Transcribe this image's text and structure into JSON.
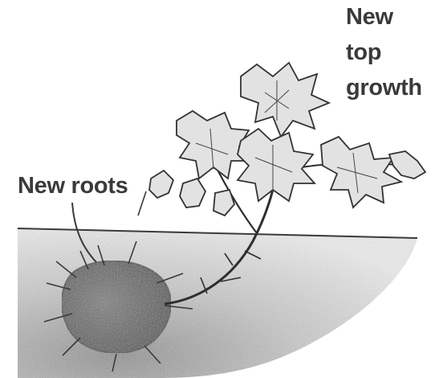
{
  "labels": {
    "top_growth": [
      "New",
      "top",
      "growth"
    ],
    "roots": "New roots"
  },
  "colors": {
    "ink": "#3a3a3a",
    "soil": "#bdbdbd",
    "tuber": "#5e5e5e",
    "paper": "#ffffff"
  }
}
